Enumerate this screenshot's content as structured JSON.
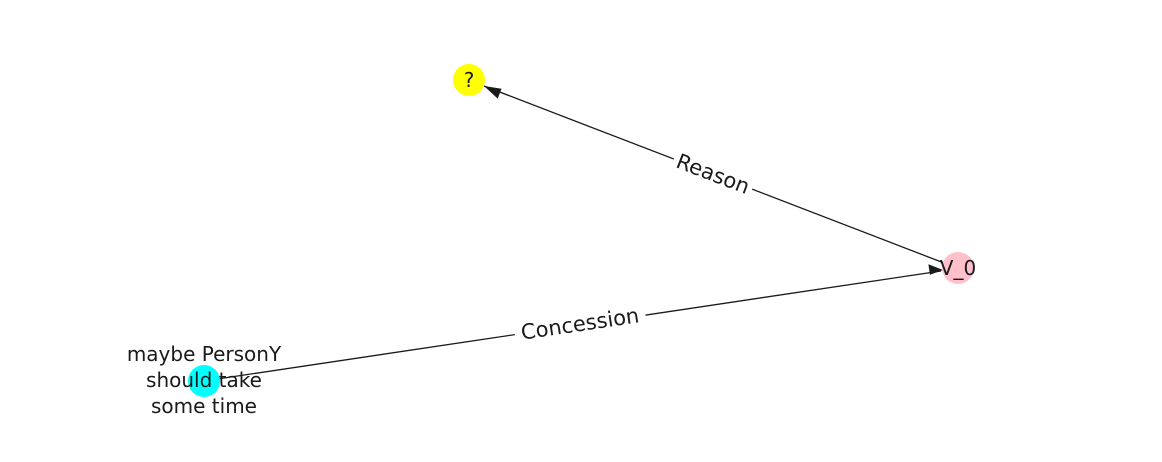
{
  "diagram": {
    "nodes": [
      {
        "id": "question",
        "label": "?",
        "color": "#ffff00"
      },
      {
        "id": "v0",
        "label": "V_0",
        "color": "#ffc0cb"
      },
      {
        "id": "premise",
        "label_lines": [
          "maybe PersonY",
          "should take",
          "some time"
        ],
        "color": "#00ffff"
      }
    ],
    "edges": [
      {
        "from": "v0",
        "to": "question",
        "label": "Reason"
      },
      {
        "from": "premise",
        "to": "v0",
        "label": "Concession"
      }
    ]
  }
}
